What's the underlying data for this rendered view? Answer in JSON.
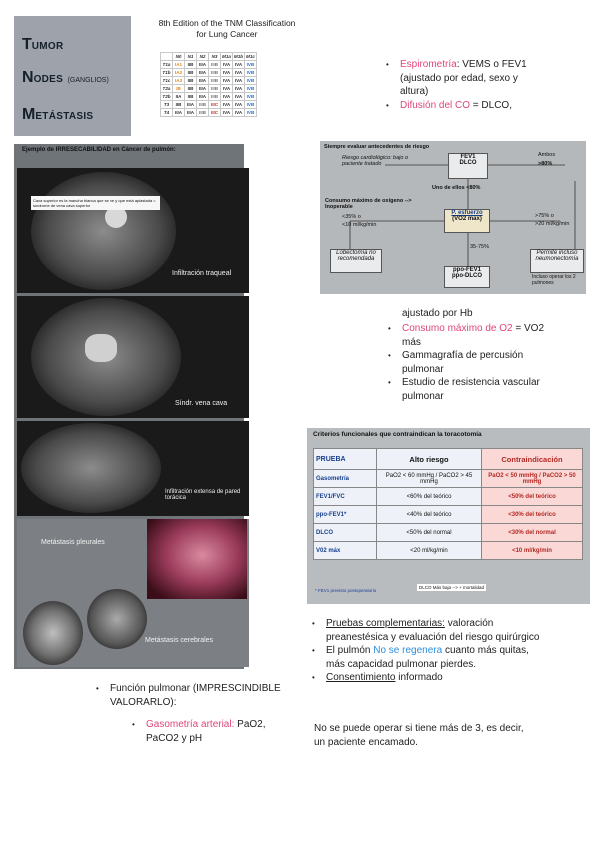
{
  "tnm_block": {
    "t_initial": "T",
    "t_rest": "UMOR",
    "n_initial": "N",
    "n_rest": "ODES",
    "n_sub": "(GANGLIOS)",
    "m_initial": "M",
    "m_rest": "ETÁSTASIS"
  },
  "tnm_table": {
    "title_line1": "8th Edition of the TNM Classification",
    "title_line2": "for Lung Cancer",
    "headers": [
      "",
      "N0",
      "N1",
      "N2",
      "N3",
      "M1a",
      "M1b",
      "M1c"
    ],
    "rows": [
      [
        "T1a",
        "IA1",
        "IIB",
        "IIIA",
        "IIIB",
        "IVA",
        "IVA",
        "IVB"
      ],
      [
        "T1b",
        "IA2",
        "IIB",
        "IIIA",
        "IIIB",
        "IVA",
        "IVA",
        "IVB"
      ],
      [
        "T1c",
        "IA3",
        "IIB",
        "IIIA",
        "IIIB",
        "IVA",
        "IVA",
        "IVB"
      ],
      [
        "T2a",
        "IB",
        "IIB",
        "IIIA",
        "IIIB",
        "IVA",
        "IVA",
        "IVB"
      ],
      [
        "T2b",
        "IIA",
        "IIB",
        "IIIA",
        "IIIB",
        "IVA",
        "IVA",
        "IVB"
      ],
      [
        "T3",
        "IIB",
        "IIIA",
        "IIIB",
        "IIIC",
        "IVA",
        "IVA",
        "IVB"
      ],
      [
        "T4",
        "IIIA",
        "IIIA",
        "IIIB",
        "IIIC",
        "IVA",
        "IVA",
        "IVB"
      ]
    ]
  },
  "right_list_1": [
    {
      "hl": "Espirometría",
      "rest": ": VEMS o FEV1 (ajustado por edad, sexo y altura)"
    },
    {
      "hl": "Difusión del CO",
      "rest": " = DLCO,"
    }
  ],
  "irr_panel": {
    "title": "Ejemplo de IRRESECABILIDAD en Cáncer de pulmón:",
    "note": "Cava superior es la mancha blanca que se ve y que está aplastada = síndrome de vena cava superior",
    "label1": "Infiltración traqueal",
    "label2": "Síndr. vena cava",
    "label3": "Infiltración extensa de pared torácica",
    "label4": "Metástasis pleurales",
    "label5": "Metástasis cerebrales"
  },
  "flow": {
    "header": "Siempre evaluar antecedentes de riesgo",
    "risk": "Riesgo cardiológico: bajo o paciente tratado",
    "fev_line1": "FEV1",
    "fev_line2": "DLCO",
    "ambos": "Ambos",
    "gt80": ">80%",
    "uno": "Uno de ellos <80%",
    "consumo": "Consumo máximo de oxígeno --> Inoperable",
    "lt35": "<35% o",
    "lt10": "<10 ml/kg/min",
    "pesf1": "P. esfuerzo",
    "pesf2": "(VO2 max)",
    "gt75": ">75% o",
    "gt20": ">20 ml/kg/min",
    "range": "35-75%",
    "lob1": "Lobectomía no",
    "lob2": "recomendada",
    "ppo1": "ppo-FEV1",
    "ppo2": "ppo-DLCO",
    "perm1": "Permite incluso",
    "perm2": "neumonectomía",
    "incl": "Incluso operar los 2 pulmones"
  },
  "right_list_2_pre": "ajustado por Hb",
  "right_list_2": [
    {
      "hl": "Consumo máximo de O2",
      "rest": " = VO2 más"
    },
    {
      "hl": "",
      "rest": "Gammagrafía de percusión pulmonar"
    },
    {
      "hl": "",
      "rest": "Estudio de resistencia vascular pulmonar"
    }
  ],
  "crit": {
    "title": "Criterios funcionales que contraindican la toracotomía",
    "h1": "PRUEBA",
    "h2": "Alto riesgo",
    "h3": "Contraindicación",
    "rows": [
      [
        "Gasometría",
        "PaO2 < 60 mmHg / PaCO2 > 45 mmHg",
        "PaO2 < 50 mmHg / PaCO2 > 50 mmHg"
      ],
      [
        "FEV1/FVC",
        "<60% del teórico",
        "<50% del teórico"
      ],
      [
        "ppo-FEV1*",
        "<40% del teórico",
        "<30% del teórico"
      ],
      [
        "DLCO",
        "<50% del normal",
        "<30% del normal"
      ],
      [
        "V02 máx",
        "<20 ml/kg/min",
        "<10 ml/kg/min"
      ]
    ],
    "foot": "* FEV1 previsto postoperatorio",
    "foot2": "DLCO Más baja --> + mortalidad"
  },
  "bottom_right": [
    {
      "ul": "Pruebas complementarias:",
      "pre": "",
      "hl": "",
      "rest": " valoración preanestésica y evaluación del riesgo quirúrgico"
    },
    {
      "ul": "",
      "pre": "El pulmón ",
      "hl": "No se regenera",
      "rest": " cuanto más quitas, más capacidad pulmonar pierdes."
    },
    {
      "ul": "Consentimiento",
      "pre": "",
      "hl": "",
      "rest": " informado"
    }
  ],
  "bottom_note": "No se puede operar si tiene más de 3, es decir, un paciente encamado.",
  "bottom_left": {
    "bullet": "Función pulmonar (IMPRESCINDIBLE VALORARLO):",
    "sub_hl": "Gasometría arterial:",
    "sub_rest": " PaO2, PaCO2 y pH"
  }
}
